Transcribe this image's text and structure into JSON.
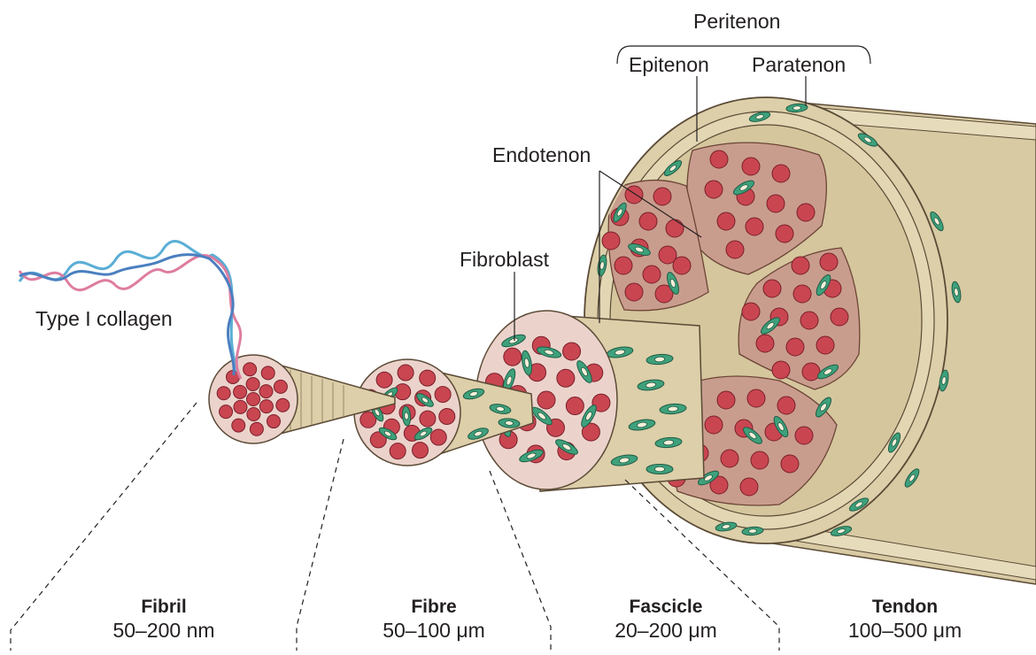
{
  "labels": {
    "peritenon": "Peritenon",
    "epitenon": "Epitenon",
    "paratenon": "Paratenon",
    "endotenon": "Endotenon",
    "fibroblast": "Fibroblast",
    "collagen": "Type I collagen"
  },
  "scales": [
    {
      "name": "Fibril",
      "size": "50–200 nm"
    },
    {
      "name": "Fibre",
      "size": "50–100 μm"
    },
    {
      "name": "Fascicle",
      "size": "20–200 μm"
    },
    {
      "name": "Tendon",
      "size": "100–500 μm"
    }
  ],
  "colors": {
    "tan": "#dccfa9",
    "tan_dark": "#c7b78e",
    "outline": "#5b4a36",
    "pink_face": "#ebd3cb",
    "fascicle_face": "#c99d8e",
    "dot_fill": "#c94651",
    "dot_stroke": "#7a1f2a",
    "cell_green": "#3ea17b",
    "cell_light": "#8fd3b5",
    "helix_blue": "#5aaed5",
    "helix_pink": "#de7da0"
  }
}
